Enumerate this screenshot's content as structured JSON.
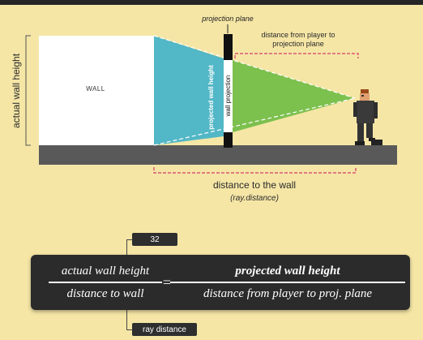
{
  "diagram": {
    "wall_label": "WALL",
    "actual_wall_height_label": "actual wall height",
    "projection_plane_label": "projection plane",
    "projected_wall_height_label": "projected wall height",
    "wall_projection_label": "wall projection",
    "distance_player_proj_line1": "distance from player to",
    "distance_player_proj_line2": "projection plane",
    "distance_to_wall_label": "distance to the wall",
    "ray_distance_paren": "(ray.distance)"
  },
  "formula": {
    "left_numerator": "actual wall height",
    "left_denominator": "distance to wall",
    "equals": "=",
    "right_numerator": "projected wall height",
    "right_denominator": "distance from player to proj. plane"
  },
  "callouts": {
    "value_32": "32",
    "ray_distance": "ray distance"
  },
  "colors": {
    "background": "#f5e6a6",
    "ground": "#595959",
    "wall": "#ffffff",
    "projected_wedge": "#52b7c6",
    "view_cone": "#7cc04e",
    "projection_plane": "#111111",
    "dimension_line": "#d63a6a",
    "formula_box": "#2b2b2b"
  }
}
